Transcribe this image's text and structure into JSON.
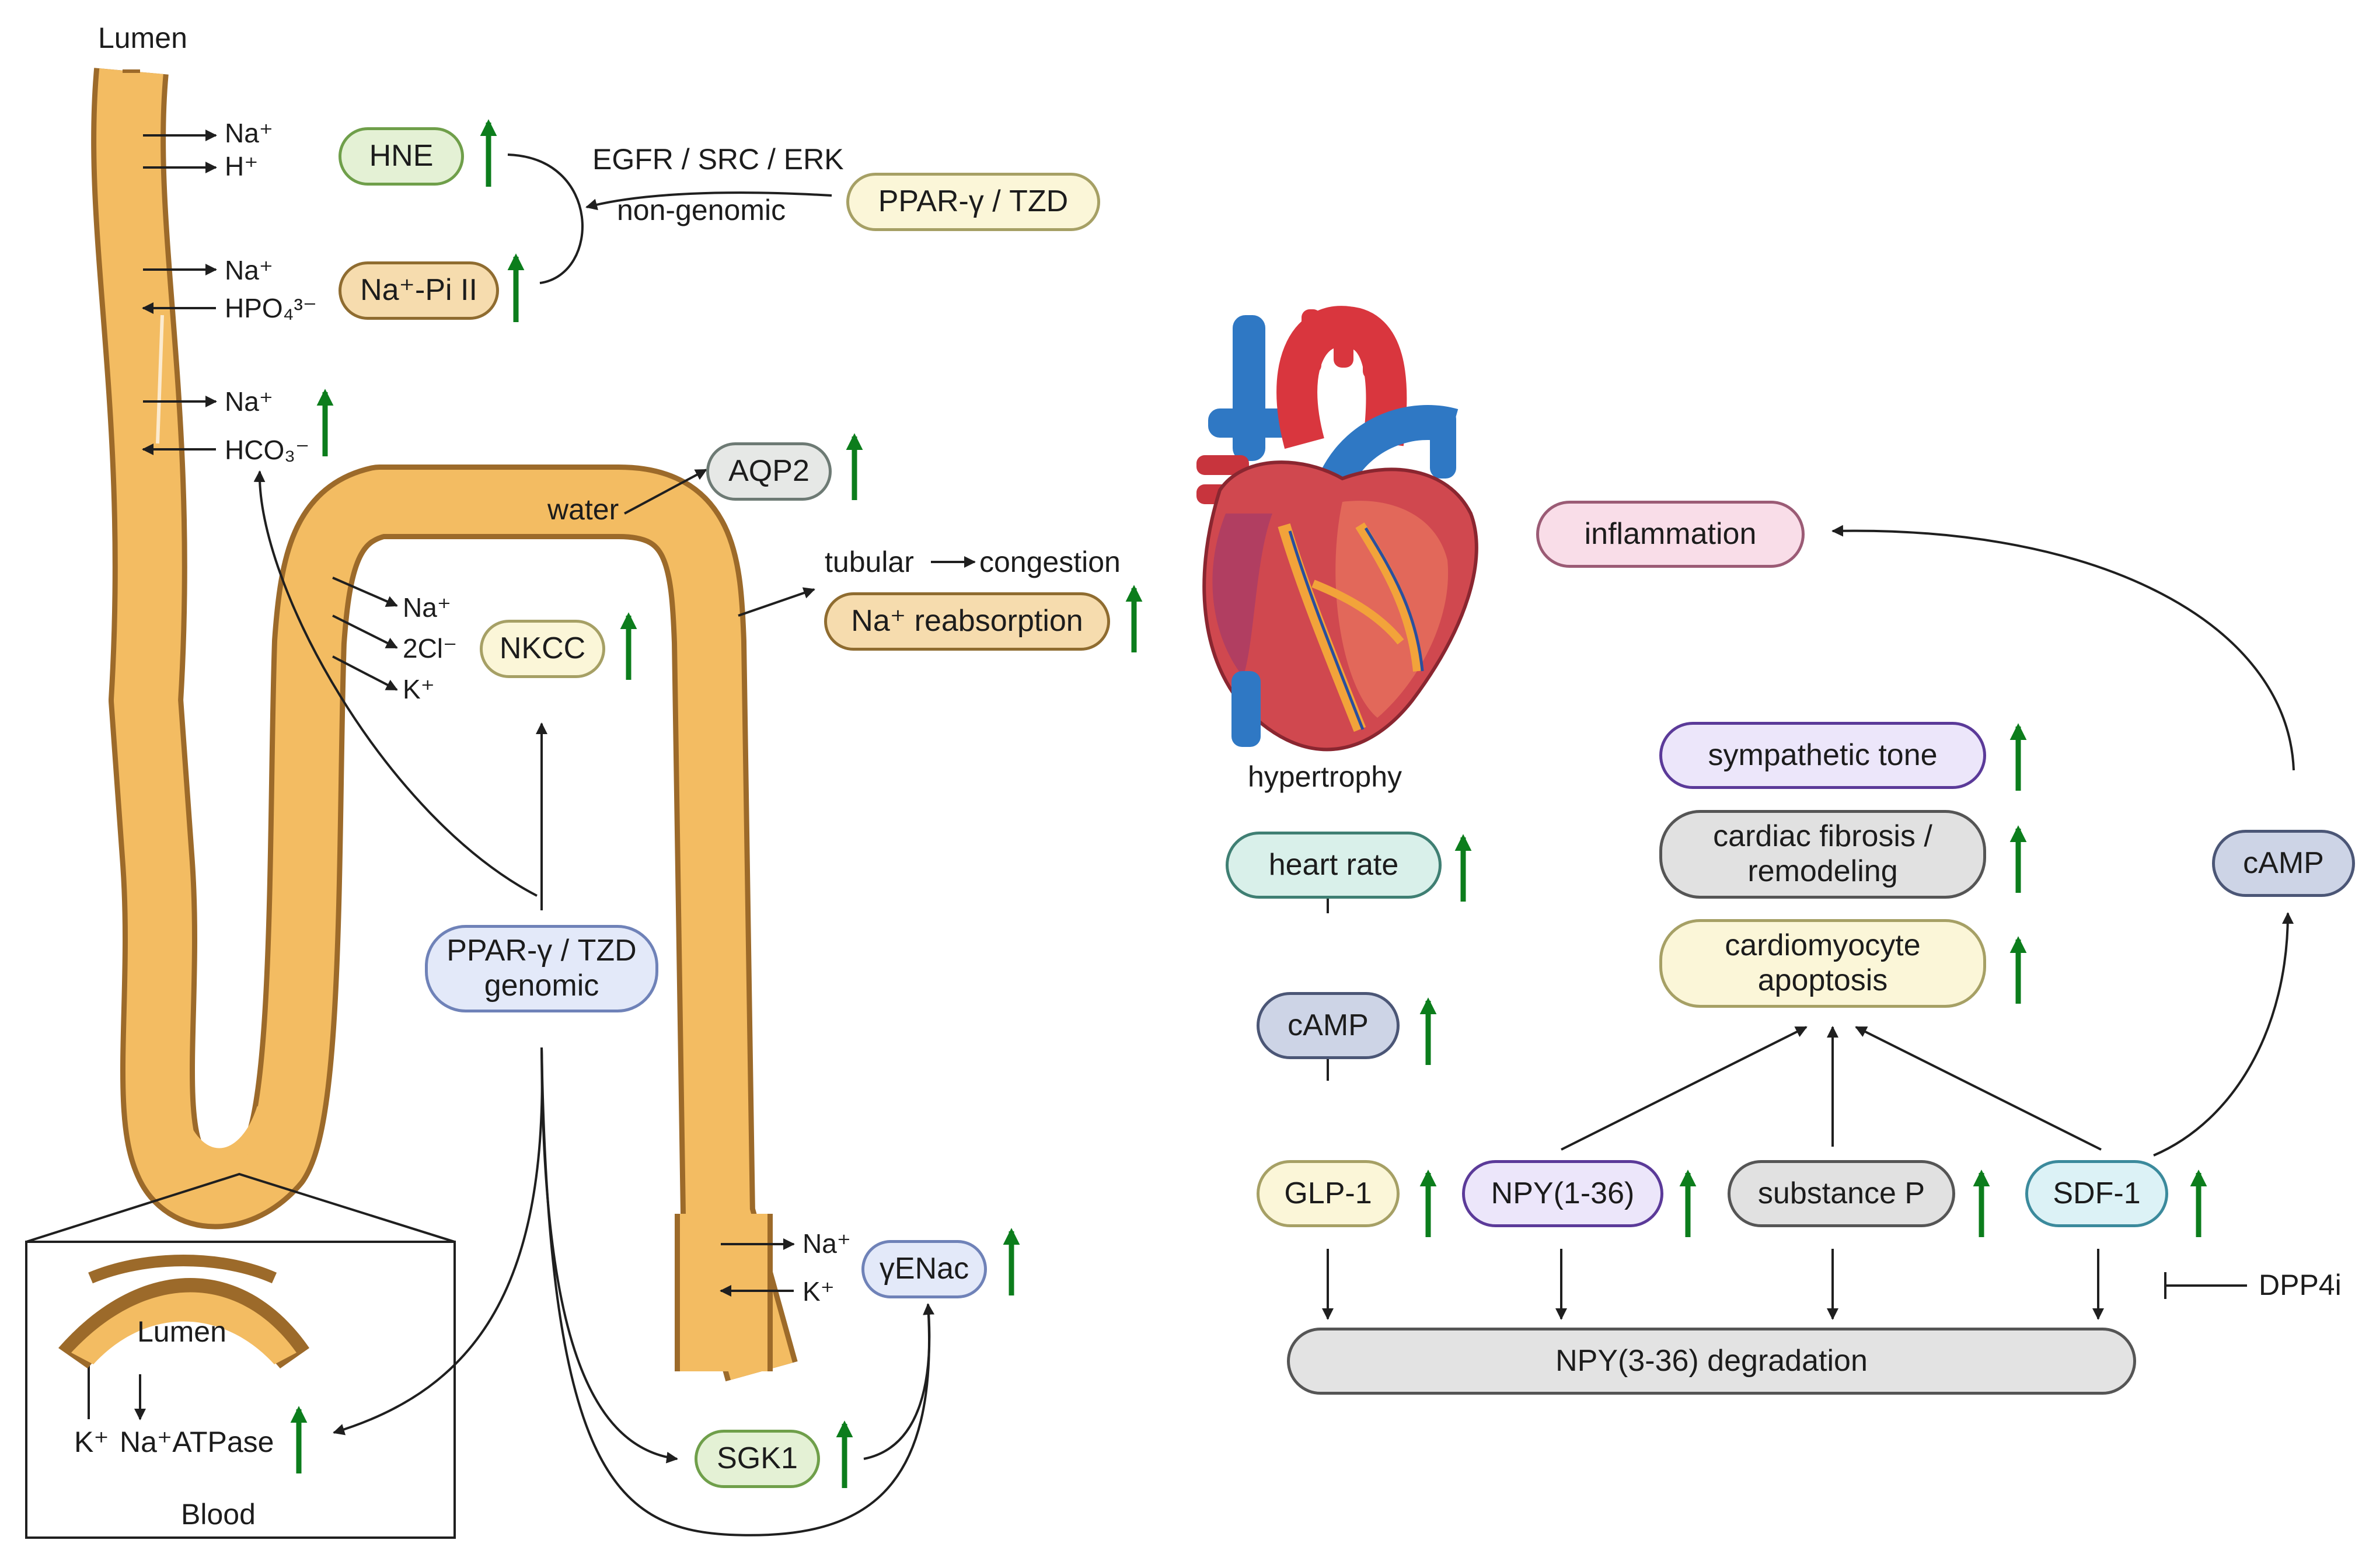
{
  "labels": {
    "lumen_top": "Lumen",
    "lumen_inset": "Lumen",
    "blood": "Blood",
    "water": "water",
    "egfr": "EGFR / SRC / ERK",
    "nongenomic": "non-genomic",
    "tubular": "tubular",
    "congestion": "congestion",
    "hypertrophy": "hypertrophy",
    "dpp4i": "DPP4i",
    "k_inset": "K⁺",
    "na_atpase": "Na⁺ATPase"
  },
  "ions": {
    "na1": "Na⁺",
    "h1": "H⁺",
    "na2": "Na⁺",
    "hpo4": "HPO₄³⁻",
    "na3": "Na⁺",
    "hco3": "HCO₃⁻",
    "na4": "Na⁺",
    "cl2": "2Cl⁻",
    "k4": "K⁺",
    "na5": "Na⁺",
    "k5": "K⁺"
  },
  "pills": {
    "hne": "HNE",
    "napi": "Na⁺-Pi II",
    "ppar_top": "PPAR-γ / TZD",
    "aqp2": "AQP2",
    "nkcc": "NKCC",
    "na_reabsorption": "Na⁺ reabsorption",
    "ppar_genomic_1": "PPAR-γ / TZD",
    "ppar_genomic_2": "genomic",
    "yenac": "γENac",
    "sgk1": "SGK1",
    "inflammation": "inflammation",
    "sympathetic": "sympathetic tone",
    "fibrosis_1": "cardiac fibrosis /",
    "fibrosis_2": "remodeling",
    "apoptosis_1": "cardiomyocyte",
    "apoptosis_2": "apoptosis",
    "heart_rate": "heart rate",
    "camp_left": "cAMP",
    "camp_right": "cAMP",
    "glp1": "GLP-1",
    "npy136": "NPY(1-36)",
    "substance_p": "substance P",
    "sdf1": "SDF-1",
    "npy_degradation": "NPY(3-36) degradation"
  },
  "colors": {
    "tubule_fill": "#f3bc62",
    "tubule_edge": "#9c6a2a",
    "up_arrow": "#0c7d1c",
    "line": "#1f1f1f"
  },
  "icons": {
    "heart": "heart-illustration",
    "increase": "green-up-arrow-icon"
  }
}
